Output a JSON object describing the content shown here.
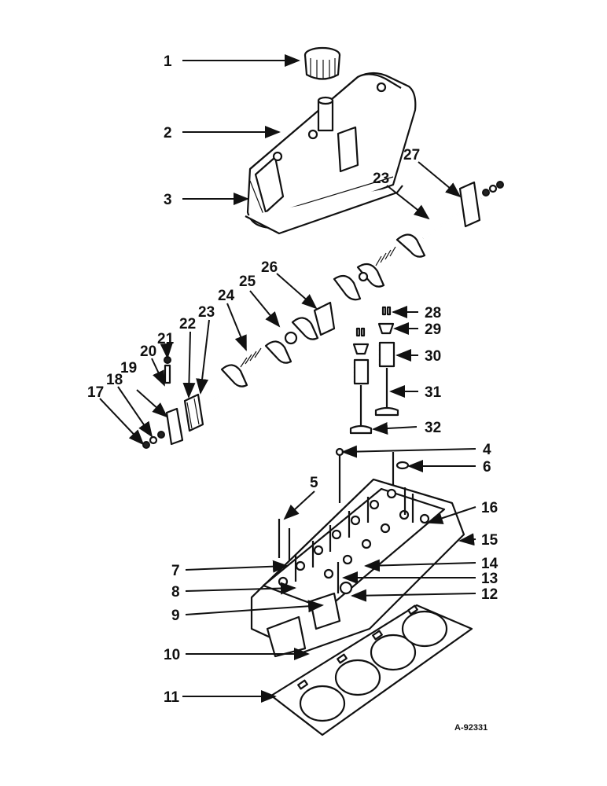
{
  "reference_code": "A-92331",
  "callouts": {
    "c1": "1",
    "c2": "2",
    "c3": "3",
    "c4": "4",
    "c5": "5",
    "c6": "6",
    "c7": "7",
    "c8": "8",
    "c9": "9",
    "c10": "10",
    "c11": "11",
    "c12": "12",
    "c13": "13",
    "c14": "14",
    "c15": "15",
    "c16": "16",
    "c17": "17",
    "c18": "18",
    "c19": "19",
    "c20": "20",
    "c21": "21",
    "c22": "22",
    "c23a": "23",
    "c23b": "23",
    "c24": "24",
    "c25": "25",
    "c26": "26",
    "c27": "27",
    "c28": "28",
    "c29": "29",
    "c30": "30",
    "c31": "31",
    "c32": "32"
  }
}
